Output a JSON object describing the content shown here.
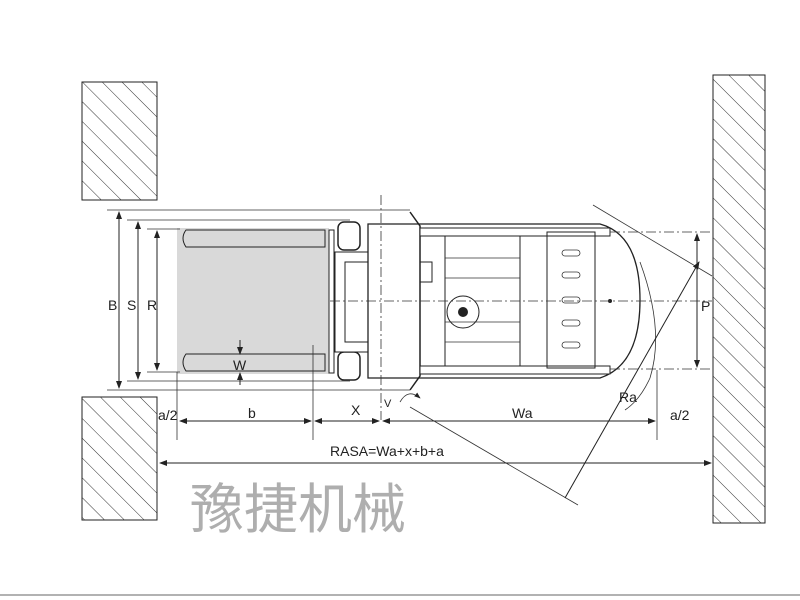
{
  "labels": {
    "B": "B",
    "S": "S",
    "R": "R",
    "W": "W",
    "P": "P",
    "Ra": "Ra",
    "a_half_left": "a/2",
    "b": "b",
    "X": "X",
    "Wa": "Wa",
    "a_half_right": "a/2",
    "V": "V",
    "formula": "RASA=Wa+x+b+a"
  },
  "watermark": "豫捷机械",
  "colors": {
    "line": "#222222",
    "load": "#d9d9d9",
    "watermark": "#9a9a9a"
  }
}
